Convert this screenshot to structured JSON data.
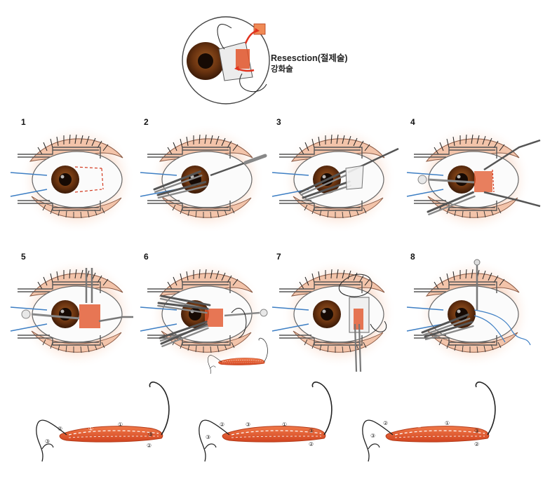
{
  "title": {
    "line1": "Resesction(절제술)",
    "line2": "강화술"
  },
  "steps": [
    {
      "label": "1"
    },
    {
      "label": "2"
    },
    {
      "label": "3"
    },
    {
      "label": "4"
    },
    {
      "label": "5"
    },
    {
      "label": "6"
    },
    {
      "label": "7"
    },
    {
      "label": "8"
    }
  ],
  "suture_marks": {
    "one": "①",
    "two": "②",
    "three": "③"
  },
  "colors": {
    "iris": "#6b3410",
    "muscle": "#e2552a",
    "halo": "#f6c7ae",
    "suture_blue": "#3e7fc4",
    "arrow_red": "#e0321e"
  },
  "icons": {
    "eye": "eye-icon",
    "speculum": "speculum-icon",
    "forceps": "forceps-icon",
    "hook": "muscle-hook-icon",
    "needle": "needle-icon"
  }
}
